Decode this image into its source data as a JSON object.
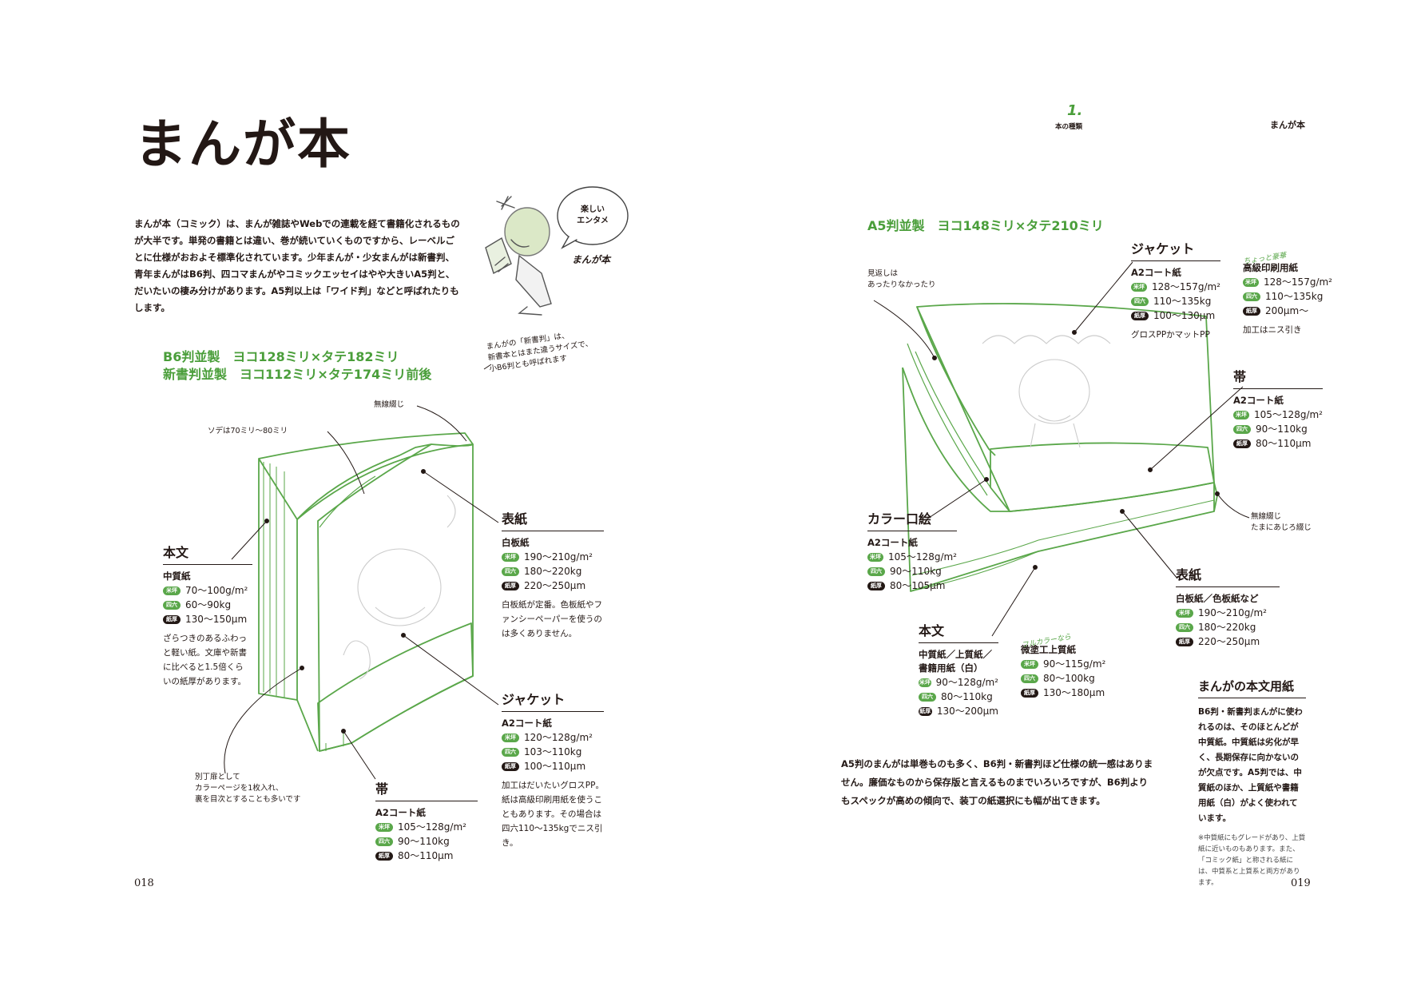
{
  "left_page": {
    "title": "まんが本",
    "intro": "まんが本（コミック）は、まんが雑誌やWebでの連載を経て書籍化されるものが大半です。単発の書籍とは違い、巻が続いていくものですから、レーベルごとに仕様がおおよそ標準化されています。少年まんが・少女まんがは新書判、青年まんがはB6判、四コマまんがやコミックエッセイはやや大きいA5判と、だいたいの棲み分けがあります。A5判以上は「ワイド判」などと呼ばれたりもします。",
    "bubble_line1": "楽しい",
    "bubble_line2": "エンタメ",
    "illustration_caption": "まんが本",
    "heading_line1": "B6判並製　ヨコ128ミリ×タテ182ミリ",
    "heading_line2": "新書判並製　ヨコ112ミリ×タテ174ミリ前後",
    "side_note": [
      "まんがの「新書判」は、",
      "新書本とはまた違うサイズで、",
      "小B6判とも呼ばれます"
    ],
    "label_binding": "無線綴じ",
    "label_sode": "ソデは70ミリ〜80ミリ",
    "label_insert": [
      "別丁扉として",
      "カラーページを1枚入れ、",
      "裏を目次とすることも多いです"
    ],
    "honbun": {
      "label": "本文",
      "paper": "中質紙",
      "specs": [
        {
          "badge": "米坪",
          "value": "70〜100g/m²"
        },
        {
          "badge": "四六",
          "value": "60〜90kg"
        },
        {
          "badge": "紙厚",
          "value": "130〜150μm"
        }
      ],
      "note": "ざらつきのあるふわっと軽い紙。文庫や新書に比べると1.5倍くらいの紙厚があります。"
    },
    "hyoshi": {
      "label": "表紙",
      "paper": "白板紙",
      "specs": [
        {
          "badge": "米坪",
          "value": "190〜210g/m²"
        },
        {
          "badge": "四六",
          "value": "180〜220kg"
        },
        {
          "badge": "紙厚",
          "value": "220〜250μm"
        }
      ],
      "note": "白板紙が定番。色板紙やファンシーペーパーを使うのは多くありません。"
    },
    "jacket": {
      "label": "ジャケット",
      "paper": "A2コート紙",
      "specs": [
        {
          "badge": "米坪",
          "value": "120〜128g/m²"
        },
        {
          "badge": "四六",
          "value": "103〜110kg"
        },
        {
          "badge": "紙厚",
          "value": "100〜110μm"
        }
      ],
      "note": "加工はだいたいグロスPP。紙は高級印刷用紙を使うこともあります。その場合は四六110〜135kgでニス引き。"
    },
    "obi": {
      "label": "帯",
      "paper": "A2コート紙",
      "specs": [
        {
          "badge": "米坪",
          "value": "105〜128g/m²"
        },
        {
          "badge": "四六",
          "value": "90〜110kg"
        },
        {
          "badge": "紙厚",
          "value": "80〜110μm"
        }
      ]
    },
    "folio": "018"
  },
  "right_page": {
    "chapter_num": "1.",
    "chapter_label": "本の種類",
    "running_head": "まんが本",
    "heading": "A5判並製　ヨコ148ミリ×タテ210ミリ",
    "label_mikaeshi": [
      "見返しは",
      "あったりなかったり"
    ],
    "label_binding": [
      "無線綴じ",
      "たまにあじろ綴じ"
    ],
    "jacket": {
      "label": "ジャケット",
      "paper": "A2コート紙",
      "specs": [
        {
          "badge": "米坪",
          "value": "128〜157g/m²"
        },
        {
          "badge": "四六",
          "value": "110〜135kg"
        },
        {
          "badge": "紙厚",
          "value": "100〜130μm"
        }
      ],
      "note": "グロスPPかマットPP"
    },
    "jacket_alt": {
      "tag": "ちょっと豪華",
      "paper": "高級印刷用紙",
      "specs": [
        {
          "badge": "米坪",
          "value": "128〜157g/m²"
        },
        {
          "badge": "四六",
          "value": "110〜135kg"
        },
        {
          "badge": "紙厚",
          "value": "200μm〜"
        }
      ],
      "note": "加工はニス引き"
    },
    "obi": {
      "label": "帯",
      "paper": "A2コート紙",
      "specs": [
        {
          "badge": "米坪",
          "value": "105〜128g/m²"
        },
        {
          "badge": "四六",
          "value": "90〜110kg"
        },
        {
          "badge": "紙厚",
          "value": "80〜110μm"
        }
      ]
    },
    "kuchie": {
      "label": "カラー口絵",
      "paper": "A2コート紙",
      "specs": [
        {
          "badge": "米坪",
          "value": "105〜128g/m²"
        },
        {
          "badge": "四六",
          "value": "90〜110kg"
        },
        {
          "badge": "紙厚",
          "value": "80〜105μm"
        }
      ]
    },
    "hyoshi": {
      "label": "表紙",
      "paper": "白板紙／色板紙など",
      "specs": [
        {
          "badge": "米坪",
          "value": "190〜210g/m²"
        },
        {
          "badge": "四六",
          "value": "180〜220kg"
        },
        {
          "badge": "紙厚",
          "value": "220〜250μm"
        }
      ]
    },
    "honbun": {
      "label": "本文",
      "paper_line1": "中質紙／上質紙／",
      "paper_line2": "書籍用紙（白）",
      "specs": [
        {
          "badge": "米坪",
          "value": "90〜128g/m²"
        },
        {
          "badge": "四六",
          "value": "80〜110kg"
        },
        {
          "badge": "紙厚",
          "value": "130〜200μm"
        }
      ]
    },
    "honbun_alt": {
      "tag": "フルカラーなら",
      "paper": "微塗工上質紙",
      "specs": [
        {
          "badge": "米坪",
          "value": "90〜115g/m²"
        },
        {
          "badge": "四六",
          "value": "80〜100kg"
        },
        {
          "badge": "紙厚",
          "value": "130〜180μm"
        }
      ]
    },
    "bottom_text": "A5判のまんがは単巻ものも多く、B6判・新書判ほど仕様の統一感はありません。廉価なものから保存版と言えるものまでいろいろですが、B6判よりもスペックが高めの傾向で、装丁の紙選択にも幅が出てきます。",
    "sidebar": {
      "title": "まんがの本文用紙",
      "body": "B6判・新書判まんがに使われるのは、そのほとんどが中質紙。中質紙は劣化が早く、長期保存に向かないのが欠点です。A5判では、中質紙のほか、上質紙や書籍用紙（白）がよく使われています。",
      "footnote": "※中質紙にもグレードがあり、上質紙に近いものもあります。また、「コミック紙」と称される紙には、中質系と上質系と両方があります。"
    },
    "folio": "019"
  },
  "colors": {
    "accent_green": "#4a9e3a",
    "line_green": "#5aa74a",
    "ink": "#231815"
  }
}
